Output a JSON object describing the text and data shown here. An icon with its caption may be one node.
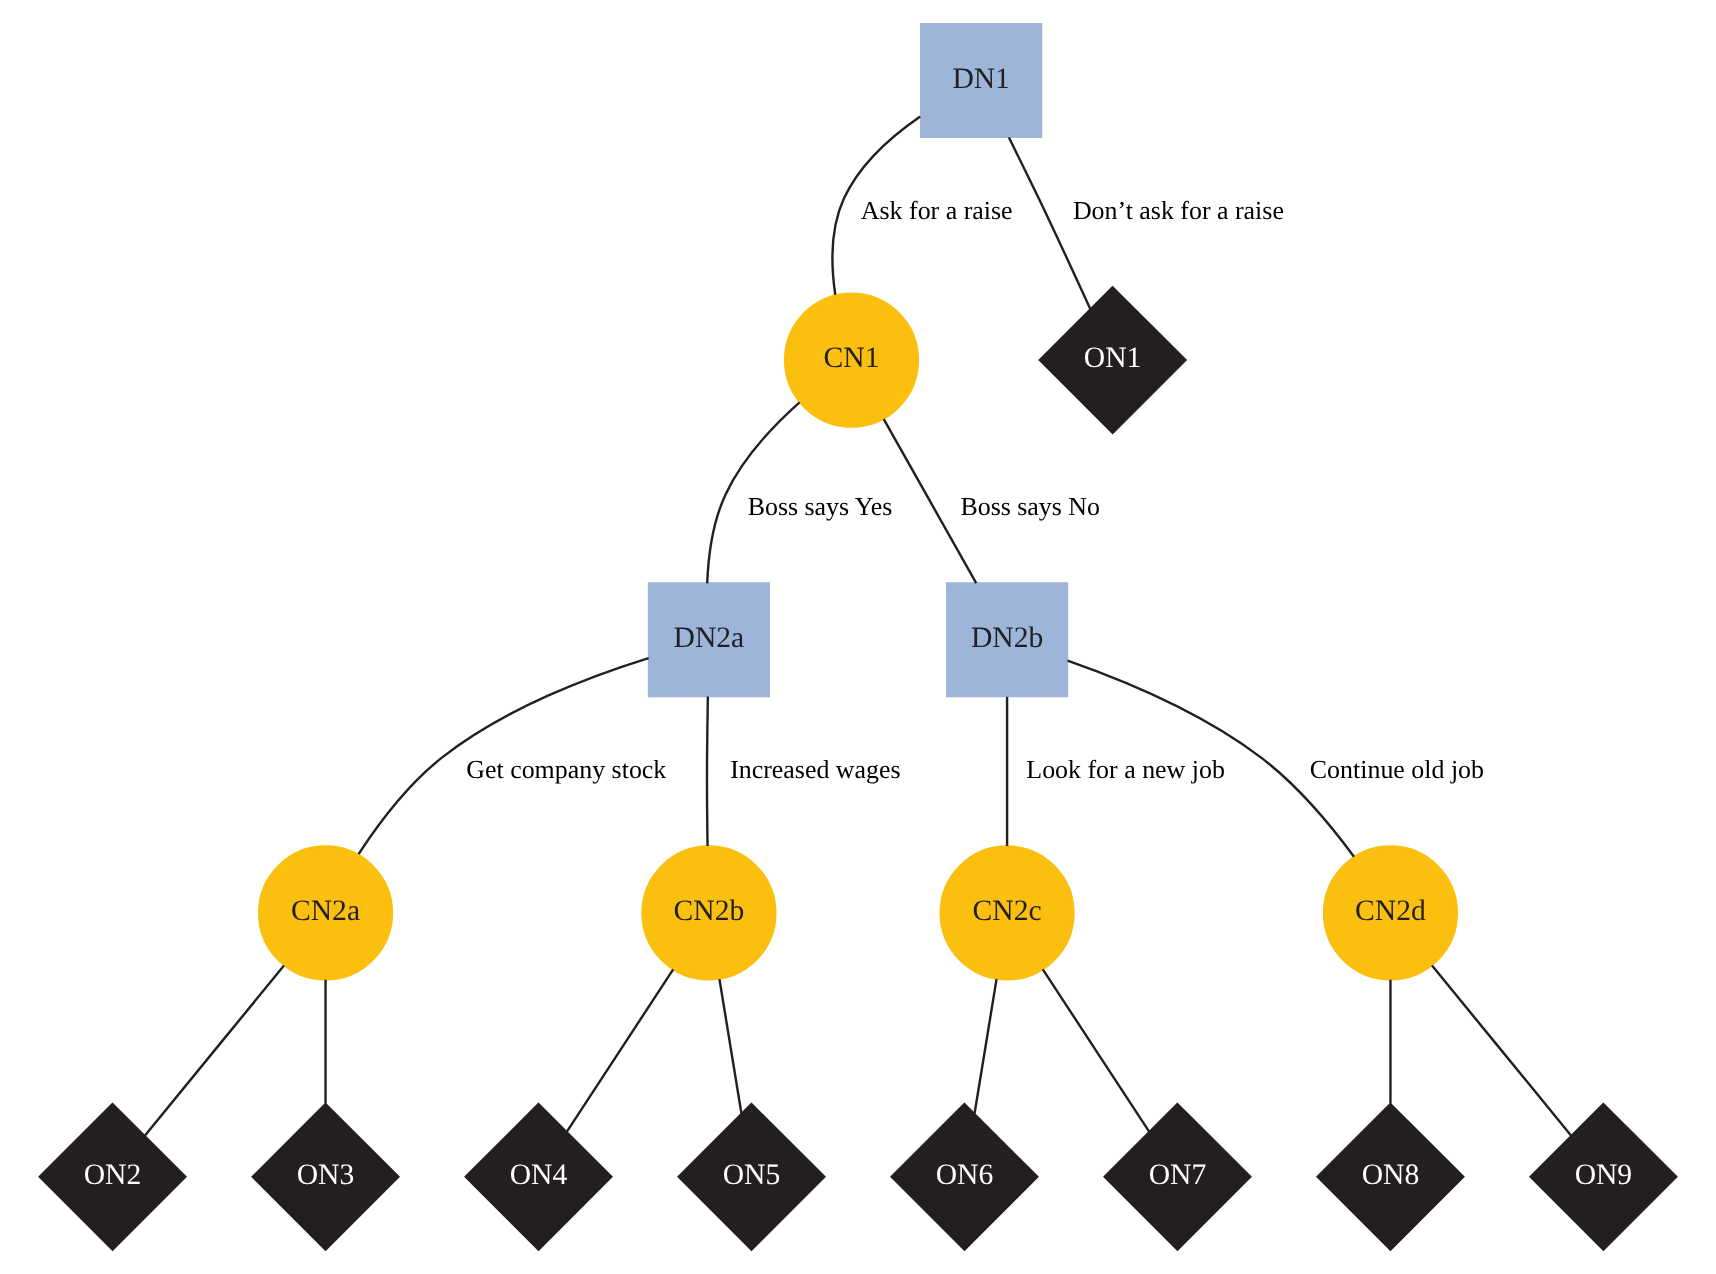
{
  "diagram": {
    "nodes": [
      {
        "text": [
          "DN1"
        ]
      },
      {
        "text": [
          "CN1"
        ]
      },
      {
        "text": [
          "ON1"
        ]
      },
      {
        "text": [
          "DN2a"
        ]
      },
      {
        "text": [
          "DN2b"
        ]
      },
      {
        "text": [
          "CN2a"
        ]
      },
      {
        "text": [
          "CN2b"
        ]
      },
      {
        "text": [
          "CN2c"
        ]
      },
      {
        "text": [
          "CN2d"
        ]
      },
      {
        "text": [
          "ON2"
        ]
      },
      {
        "text": [
          "ON3"
        ]
      },
      {
        "text": [
          "ON4"
        ]
      },
      {
        "text": [
          "ON5"
        ]
      },
      {
        "text": [
          "ON6"
        ]
      },
      {
        "text": [
          "ON7"
        ]
      },
      {
        "text": [
          "ON8"
        ]
      },
      {
        "text": [
          "ON9"
        ]
      }
    ],
    "edges": [
      {
        "from": 0,
        "to": 1,
        "arrow": "none",
        "label": "Ask for a raise"
      },
      {
        "from": 0,
        "to": 2,
        "arrow": "none",
        "label": "Don’t ask for a raise"
      },
      {
        "from": 1,
        "to": 3,
        "arrow": "none",
        "label": "Boss says Yes"
      },
      {
        "from": 1,
        "to": 4,
        "arrow": "none",
        "label": "Boss says No"
      },
      {
        "from": 3,
        "to": 5,
        "arrow": "none",
        "label": "Get company stock"
      },
      {
        "from": 3,
        "to": 6,
        "arrow": "none",
        "label": "Increased wages"
      },
      {
        "from": 4,
        "to": 7,
        "arrow": "none",
        "label": "Look for a new job"
      },
      {
        "from": 4,
        "to": 8,
        "arrow": "none",
        "label": "Continue old job"
      },
      {
        "from": 5,
        "to": 9,
        "arrow": "none"
      },
      {
        "from": 5,
        "to": 10,
        "arrow": "none"
      },
      {
        "from": 6,
        "to": 11,
        "arrow": "none"
      },
      {
        "from": 6,
        "to": 12,
        "arrow": "none"
      },
      {
        "from": 7,
        "to": 13,
        "arrow": "none"
      },
      {
        "from": 7,
        "to": 14,
        "arrow": "none"
      },
      {
        "from": 8,
        "to": 15,
        "arrow": "none"
      },
      {
        "from": 8,
        "to": 16,
        "arrow": "none"
      }
    ]
  }
}
